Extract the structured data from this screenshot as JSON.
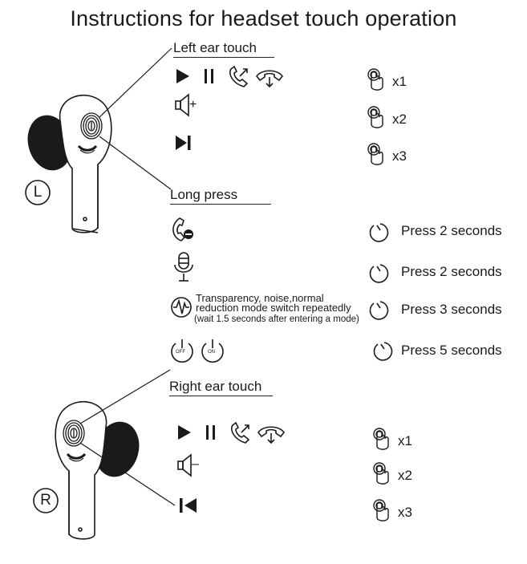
{
  "title": "Instructions for headset touch operation",
  "left_section": {
    "heading": "Left ear touch",
    "badge": "L",
    "counts": [
      "x1",
      "x2",
      "x3"
    ],
    "volume_sign": "+"
  },
  "long_press": {
    "heading": "Long press",
    "rows": [
      {
        "label": "Press 2 seconds"
      },
      {
        "label": "Press 2 seconds"
      },
      {
        "label": "Press 3 seconds"
      },
      {
        "label": "Press 5 seconds"
      }
    ],
    "mode_line1": "Transparency, noise,normal",
    "mode_line2": "reduction mode switch repeatedly",
    "mode_line3": "(wait 1.5 seconds after entering a mode)",
    "power_off": "OFF",
    "power_on": "ON"
  },
  "right_section": {
    "heading": "Right ear touch",
    "badge": "R",
    "counts": [
      "x1",
      "x2",
      "x3"
    ],
    "volume_sign": "–"
  },
  "icons": [
    "play-icon",
    "pause-icon",
    "answer-call-icon",
    "hang-up-icon",
    "volume-icon",
    "next-track-icon",
    "previous-track-icon",
    "finger-tap-icon",
    "timer-icon",
    "reject-call-icon",
    "microphone-icon",
    "noise-mode-icon",
    "power-icon",
    "fingerprint-icon",
    "earbud-icon"
  ]
}
